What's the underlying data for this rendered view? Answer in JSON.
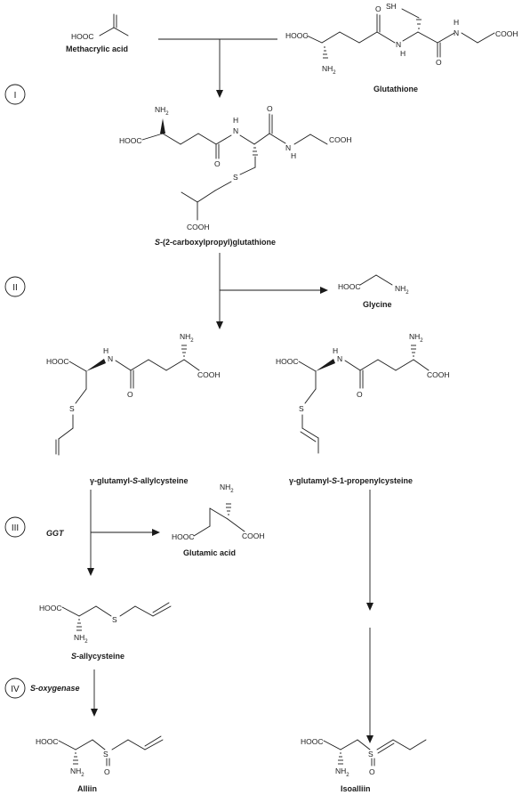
{
  "compounds": {
    "methacrylic_acid": {
      "name": "Methacrylic acid",
      "cooh": "HOOC"
    },
    "glutathione": {
      "name": "Glutathione",
      "sh": "SH",
      "hooc": "HOOC",
      "nh2": "NH",
      "nh2_sub": "2",
      "h": "H",
      "n": "N",
      "o": "O",
      "nh_h": "H",
      "cooh": "COOH"
    },
    "carboxypropyl_glutathione": {
      "name_prefix": "S",
      "name_rest": "-(2-carboxylpropyl)glutathione",
      "nh2": "NH",
      "nh2_sub": "2",
      "hooc": "HOOC",
      "o": "O",
      "h": "H",
      "n": "N",
      "cooh": "COOH",
      "s": "S",
      "cooh2": "COOH"
    },
    "glycine": {
      "name": "Glycine",
      "hooc": "HOOC",
      "nh2": "NH",
      "nh2_sub": "2"
    },
    "glutamyl_allylcysteine": {
      "name_a": "γ-glutamyl-",
      "name_b": "S",
      "name_c": "-allylcysteine",
      "hooc": "HOOC",
      "h": "H",
      "n": "N",
      "nh2": "NH",
      "nh2_sub": "2",
      "o": "O",
      "cooh": "COOH",
      "s": "S"
    },
    "glutamyl_propenylcysteine": {
      "name_a": "γ-glutamyl-",
      "name_b": "S",
      "name_c": "-1-propenylcysteine",
      "hooc": "HOOC",
      "h": "H",
      "n": "N",
      "nh2": "NH",
      "nh2_sub": "2",
      "o": "O",
      "cooh": "COOH",
      "s": "S"
    },
    "glutamic_acid": {
      "name": "Glutamic acid",
      "hooc": "HOOC",
      "nh2": "NH",
      "nh2_sub": "2",
      "cooh": "COOH"
    },
    "allylcysteine": {
      "name_b": "S",
      "name_c": "-allycysteine",
      "hooc": "HOOC",
      "nh2": "NH",
      "nh2_sub": "2",
      "s": "S"
    },
    "alliin": {
      "name": "Alliin",
      "hooc": "HOOC",
      "nh2": "NH",
      "nh2_sub": "2",
      "s": "S",
      "o": "O"
    },
    "isoalliin": {
      "name": "Isoalliin",
      "hooc": "HOOC",
      "nh2": "NH",
      "nh2_sub": "2",
      "s": "S",
      "o": "O"
    }
  },
  "steps": [
    {
      "label": "I"
    },
    {
      "label": "II"
    },
    {
      "label": "III",
      "enzyme": "GGT"
    },
    {
      "label": "IV",
      "enzyme": "S-oxygenase"
    }
  ]
}
